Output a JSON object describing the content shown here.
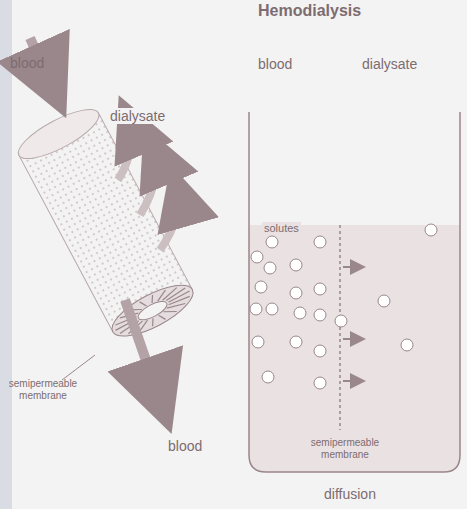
{
  "diagram": {
    "title": "Hemodialysis",
    "caption": "diffusion",
    "labels": [
      "blood",
      "dialysate",
      "semipermeable membrane",
      "blood",
      "blood",
      "dialysate",
      "solutes",
      "semipermeable membrane"
    ]
  }
}
